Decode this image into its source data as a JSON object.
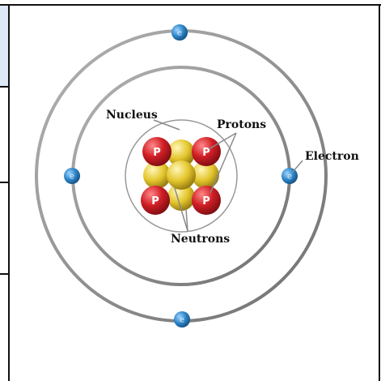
{
  "labels": {
    "nucleus": "Nucleus",
    "protons": "Protons",
    "electron": "Electron",
    "neutrons": "Neutrons",
    "proton_symbol": "P"
  },
  "colors": {
    "orbit": "#8a8a8a",
    "electron": "#2e86c8",
    "proton": "#d11f26",
    "neutron": "#e3c52b",
    "leftcol_header": "#dce8f5"
  }
}
